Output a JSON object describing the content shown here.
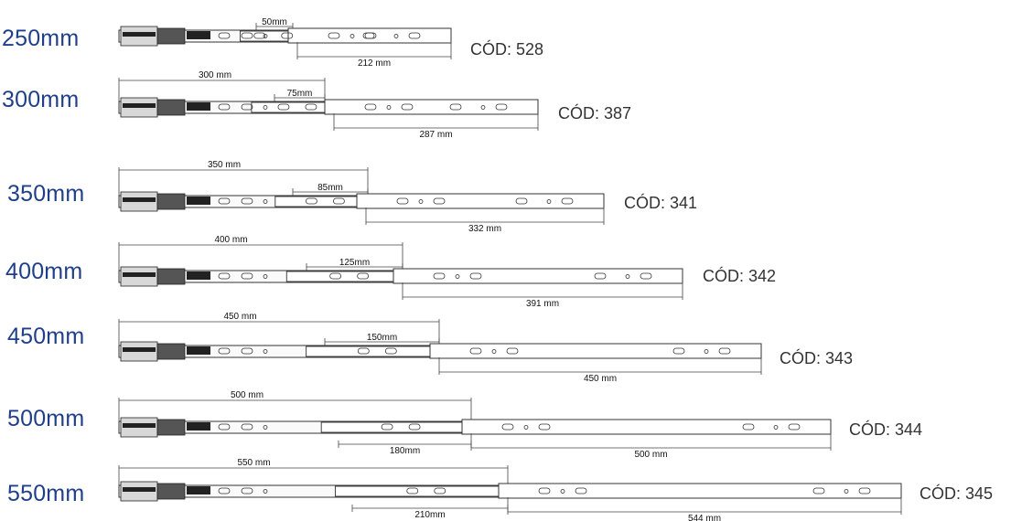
{
  "accent_color": "#1f3f8a",
  "code_color": "#333333",
  "rows": [
    {
      "size": "250mm",
      "code": "CÓD: 528",
      "total_dim": "",
      "ext_dim": "50mm",
      "travel_dim": "212 mm"
    },
    {
      "size": "300mm",
      "code": "CÓD: 387",
      "total_dim": "300 mm",
      "ext_dim": "75mm",
      "travel_dim": "287 mm"
    },
    {
      "size": "350mm",
      "code": "CÓD: 341",
      "total_dim": "350 mm",
      "ext_dim": "85mm",
      "travel_dim": "332 mm"
    },
    {
      "size": "400mm",
      "code": "CÓD: 342",
      "total_dim": "400 mm",
      "ext_dim": "125mm",
      "travel_dim": "391 mm"
    },
    {
      "size": "450mm",
      "code": "CÓD: 343",
      "total_dim": "450 mm",
      "ext_dim": "150mm",
      "travel_dim": "450 mm"
    },
    {
      "size": "500mm",
      "code": "CÓD: 344",
      "total_dim": "500 mm",
      "ext_dim": "180mm",
      "travel_dim": "500 mm"
    },
    {
      "size": "550mm",
      "code": "CÓD: 345",
      "total_dim": "550 mm",
      "ext_dim": "210mm",
      "travel_dim": "544 mm"
    }
  ]
}
